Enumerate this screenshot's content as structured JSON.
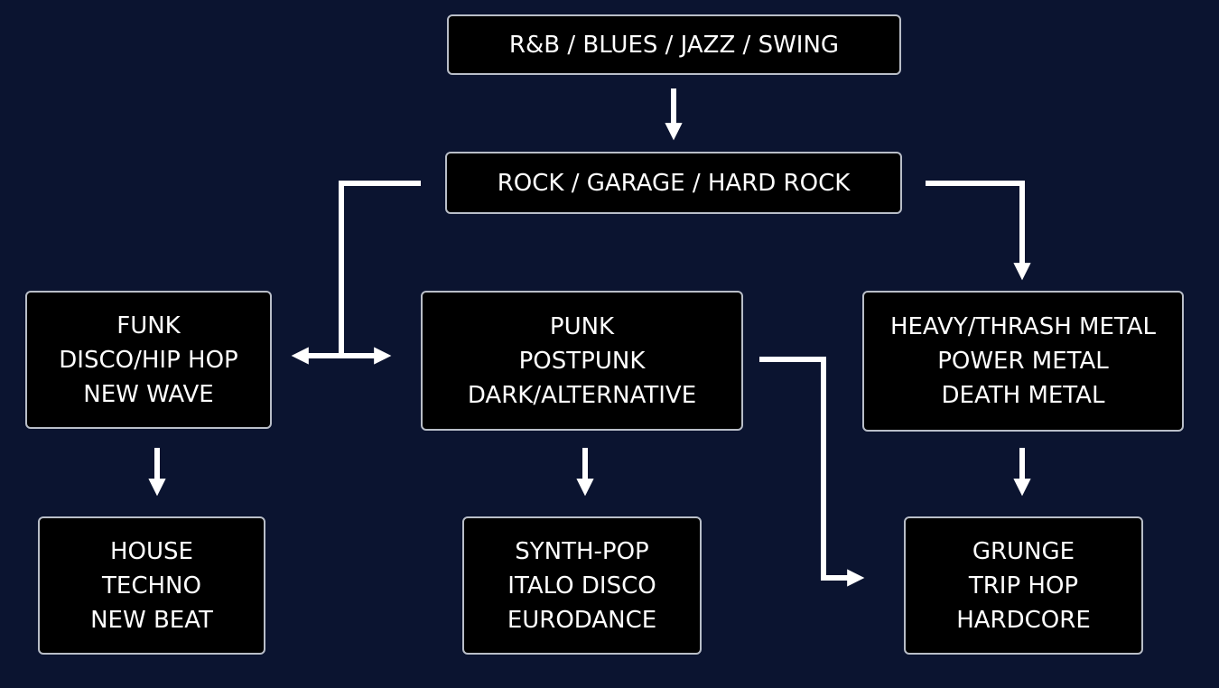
{
  "diagram": {
    "line_color": "#ffffff",
    "box_fill": "#000000",
    "box_border": "#b9bec8",
    "background": "#0b1430",
    "nodes": {
      "origins": {
        "lines": [
          "R&B / BLUES / JAZZ / SWING"
        ]
      },
      "rock": {
        "lines": [
          "ROCK / GARAGE / HARD ROCK"
        ]
      },
      "funk": {
        "lines": [
          "FUNK",
          "DISCO/HIP HOP",
          "NEW WAVE"
        ]
      },
      "punk": {
        "lines": [
          "PUNK",
          "POSTPUNK",
          "DARK/ALTERNATIVE"
        ]
      },
      "metal": {
        "lines": [
          "HEAVY/THRASH METAL",
          "POWER METAL",
          "DEATH METAL"
        ]
      },
      "house": {
        "lines": [
          "HOUSE",
          "TECHNO",
          "NEW BEAT"
        ]
      },
      "synth": {
        "lines": [
          "SYNTH-POP",
          "ITALO DISCO",
          "EURODANCE"
        ]
      },
      "grunge": {
        "lines": [
          "GRUNGE",
          "TRIP HOP",
          "HARDCORE"
        ]
      }
    }
  }
}
